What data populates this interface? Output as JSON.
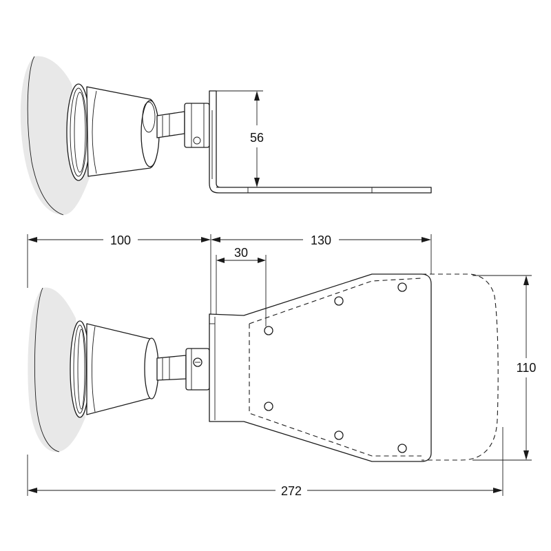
{
  "dimensions": {
    "bracket_height": "56",
    "lamp_offset": "100",
    "bracket_length": "130",
    "hole_offset": "30",
    "plate_width": "110",
    "overall_length": "272"
  }
}
